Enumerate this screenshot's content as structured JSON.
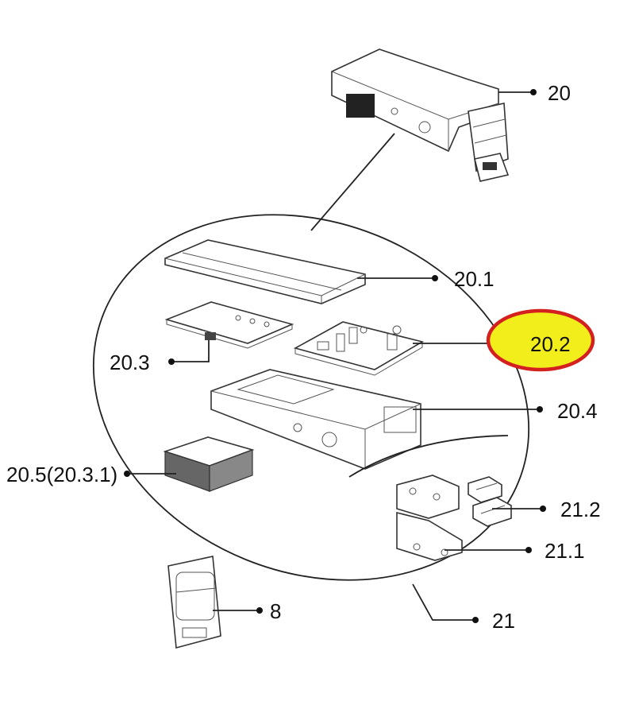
{
  "labels": {
    "p20": "20",
    "p20_1": "20.1",
    "p20_2": "20.2",
    "p20_3": "20.3",
    "p20_4": "20.4",
    "p20_5": "20.5(20.3.1)",
    "p21_2": "21.2",
    "p21_1": "21.1",
    "p8": "8",
    "p21": "21"
  },
  "colors": {
    "highlight_fill": "#f2ee1c",
    "highlight_stroke": "#d4201f",
    "line": "#222222"
  }
}
